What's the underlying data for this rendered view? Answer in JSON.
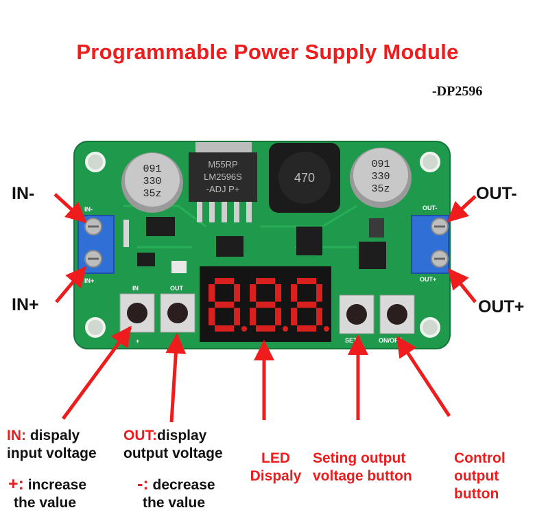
{
  "title": "Programmable Power Supply Module",
  "model": "-DP2596",
  "terminals": {
    "in_minus": "IN-",
    "in_plus": "IN+",
    "out_minus": "OUT-",
    "out_plus": "OUT+"
  },
  "board": {
    "chip_line1": "M55RP",
    "chip_line2": "LM2596S",
    "chip_line3": "-ADJ P+",
    "inductor": "470",
    "cap_left": [
      "091",
      "330",
      "35z"
    ],
    "cap_right": [
      "091",
      "330",
      "35z"
    ],
    "silk_in": "IN",
    "silk_out": "OUT",
    "silk_plus": "+",
    "silk_minus": "-",
    "silk_set": "SET",
    "silk_onoff": "ON/OFF",
    "silk_in_minus": "IN-",
    "silk_in_plus": "IN+",
    "silk_out_minus": "OUT-",
    "silk_out_plus": "OUT+"
  },
  "annotations": {
    "in_key": "IN:",
    "in_desc1": "dispaly",
    "in_desc2": "input voltage",
    "out_key": "OUT:",
    "out_desc1": "display",
    "out_desc2": "output voltage",
    "plus_key": "+:",
    "plus_desc1": "increase",
    "plus_desc2": "the value",
    "minus_key": "-:",
    "minus_desc1": "decrease",
    "minus_desc2": "the value",
    "led_line1": "LED",
    "led_line2": "Dispaly",
    "set_line1": "Seting output",
    "set_line2": "voltage button",
    "ctrl_line1": "Control",
    "ctrl_line2": "output",
    "ctrl_line3": "button"
  },
  "colors": {
    "pcb": "#1f9a4c",
    "accent_red": "#ee1c1c",
    "terminal_blue": "#2f6fd6",
    "display_bg": "#141414",
    "segment_off": "#3a0d0d",
    "segment_on": "#d8201e"
  }
}
